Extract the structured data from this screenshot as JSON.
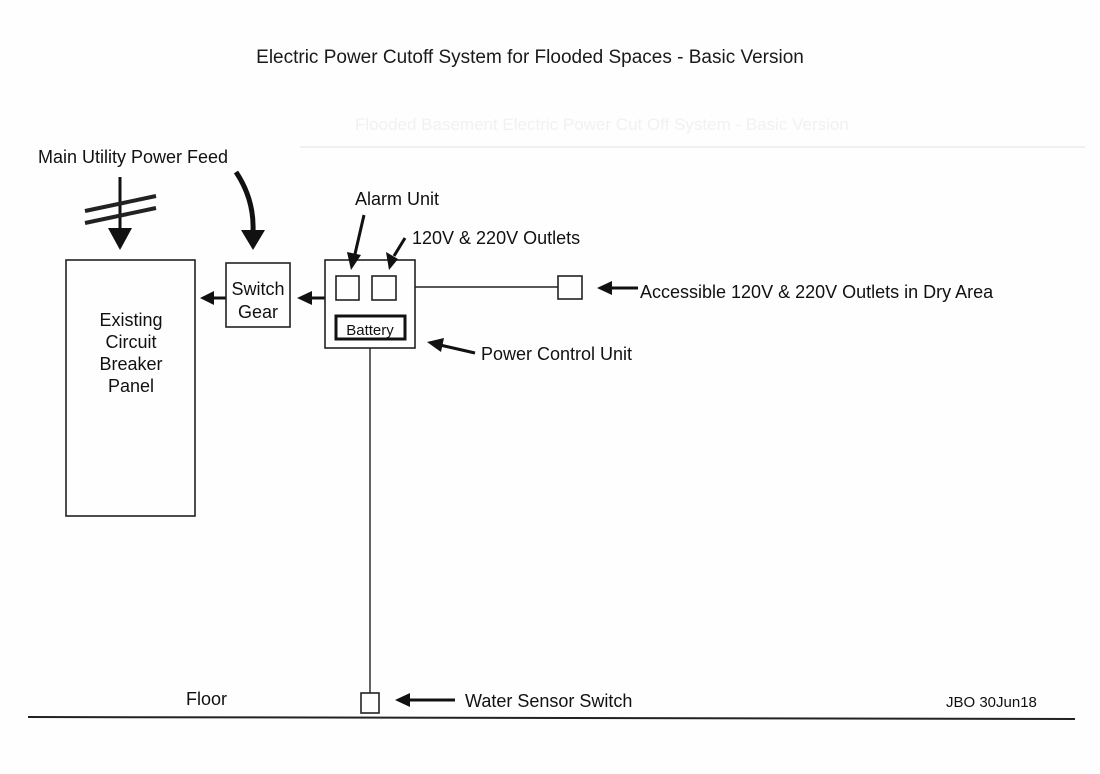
{
  "title": "Electric Power Cutoff System for Flooded Spaces - Basic Version",
  "ghost_text": "Flooded Basement Electric Power Cut Off System - Basic Version",
  "labels": {
    "main_feed": "Main Utility Power Feed",
    "alarm_unit": "Alarm Unit",
    "outlets": "120V & 220V Outlets",
    "accessible_outlets": "Accessible 120V & 220V Outlets in Dry Area",
    "power_control_unit": "Power Control Unit",
    "water_sensor": "Water Sensor Switch",
    "floor": "Floor",
    "signature": "JBO 30Jun18"
  },
  "components": {
    "breaker_panel": [
      "Existing",
      "Circuit",
      "Breaker",
      "Panel"
    ],
    "switch_gear": [
      "Switch",
      "Gear"
    ],
    "battery": "Battery"
  },
  "icons": {
    "feed_symbol": "power-line-crossing-arrow-icon",
    "arrow": "arrow-icon"
  }
}
